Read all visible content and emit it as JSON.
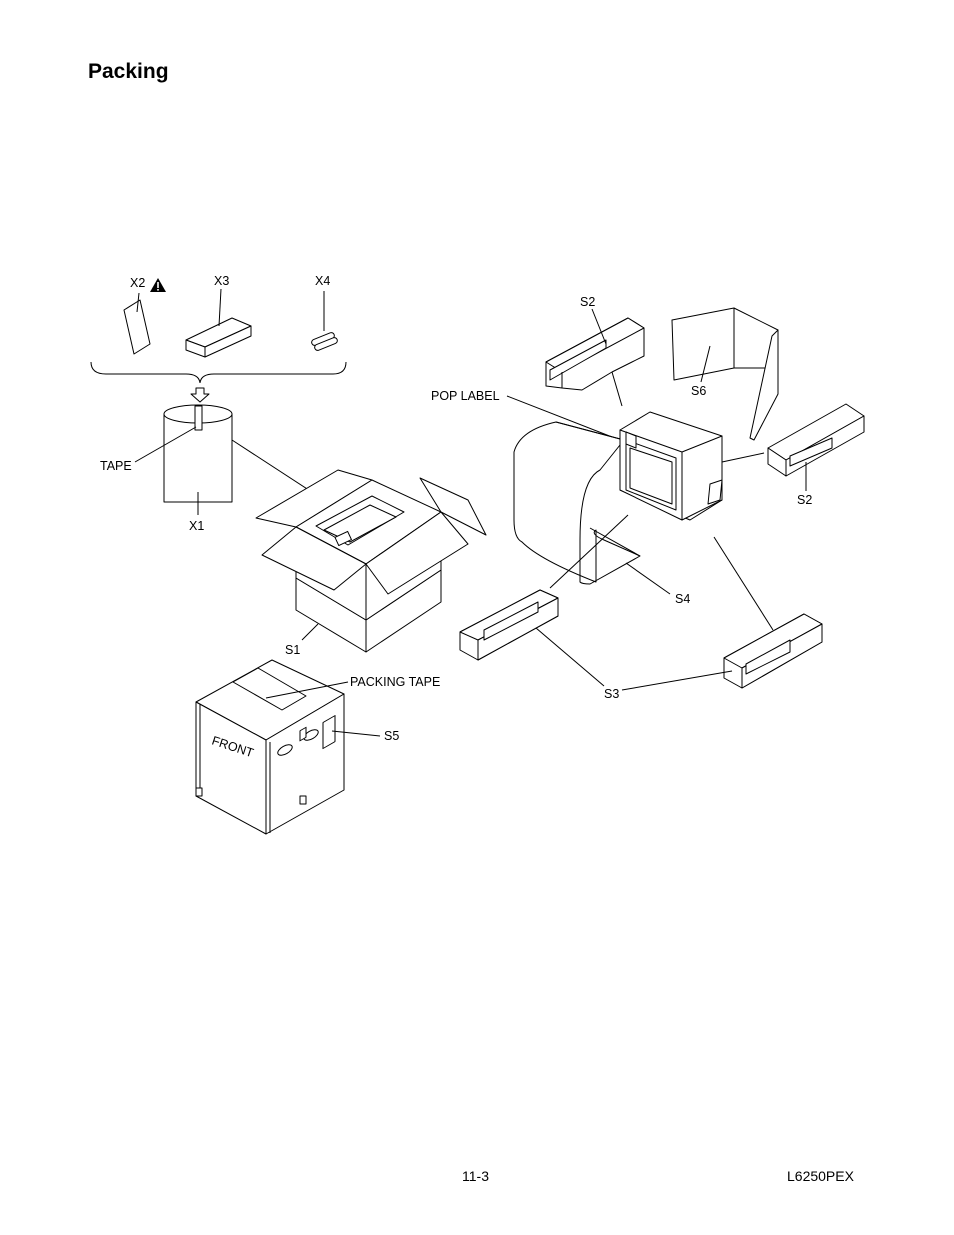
{
  "page": {
    "title": "Packing",
    "page_number": "11-3",
    "model": "L6250PEX"
  },
  "labels": {
    "x2": "X2",
    "x3": "X3",
    "x4": "X4",
    "tape": "TAPE",
    "x1": "X1",
    "s1": "S1",
    "packing_tape": "PACKING TAPE",
    "s5": "S5",
    "front": "FRONT",
    "s2_top": "S2",
    "s6": "S6",
    "pop_label": "POP LABEL",
    "s2_right": "S2",
    "s4": "S4",
    "s3": "S3"
  }
}
